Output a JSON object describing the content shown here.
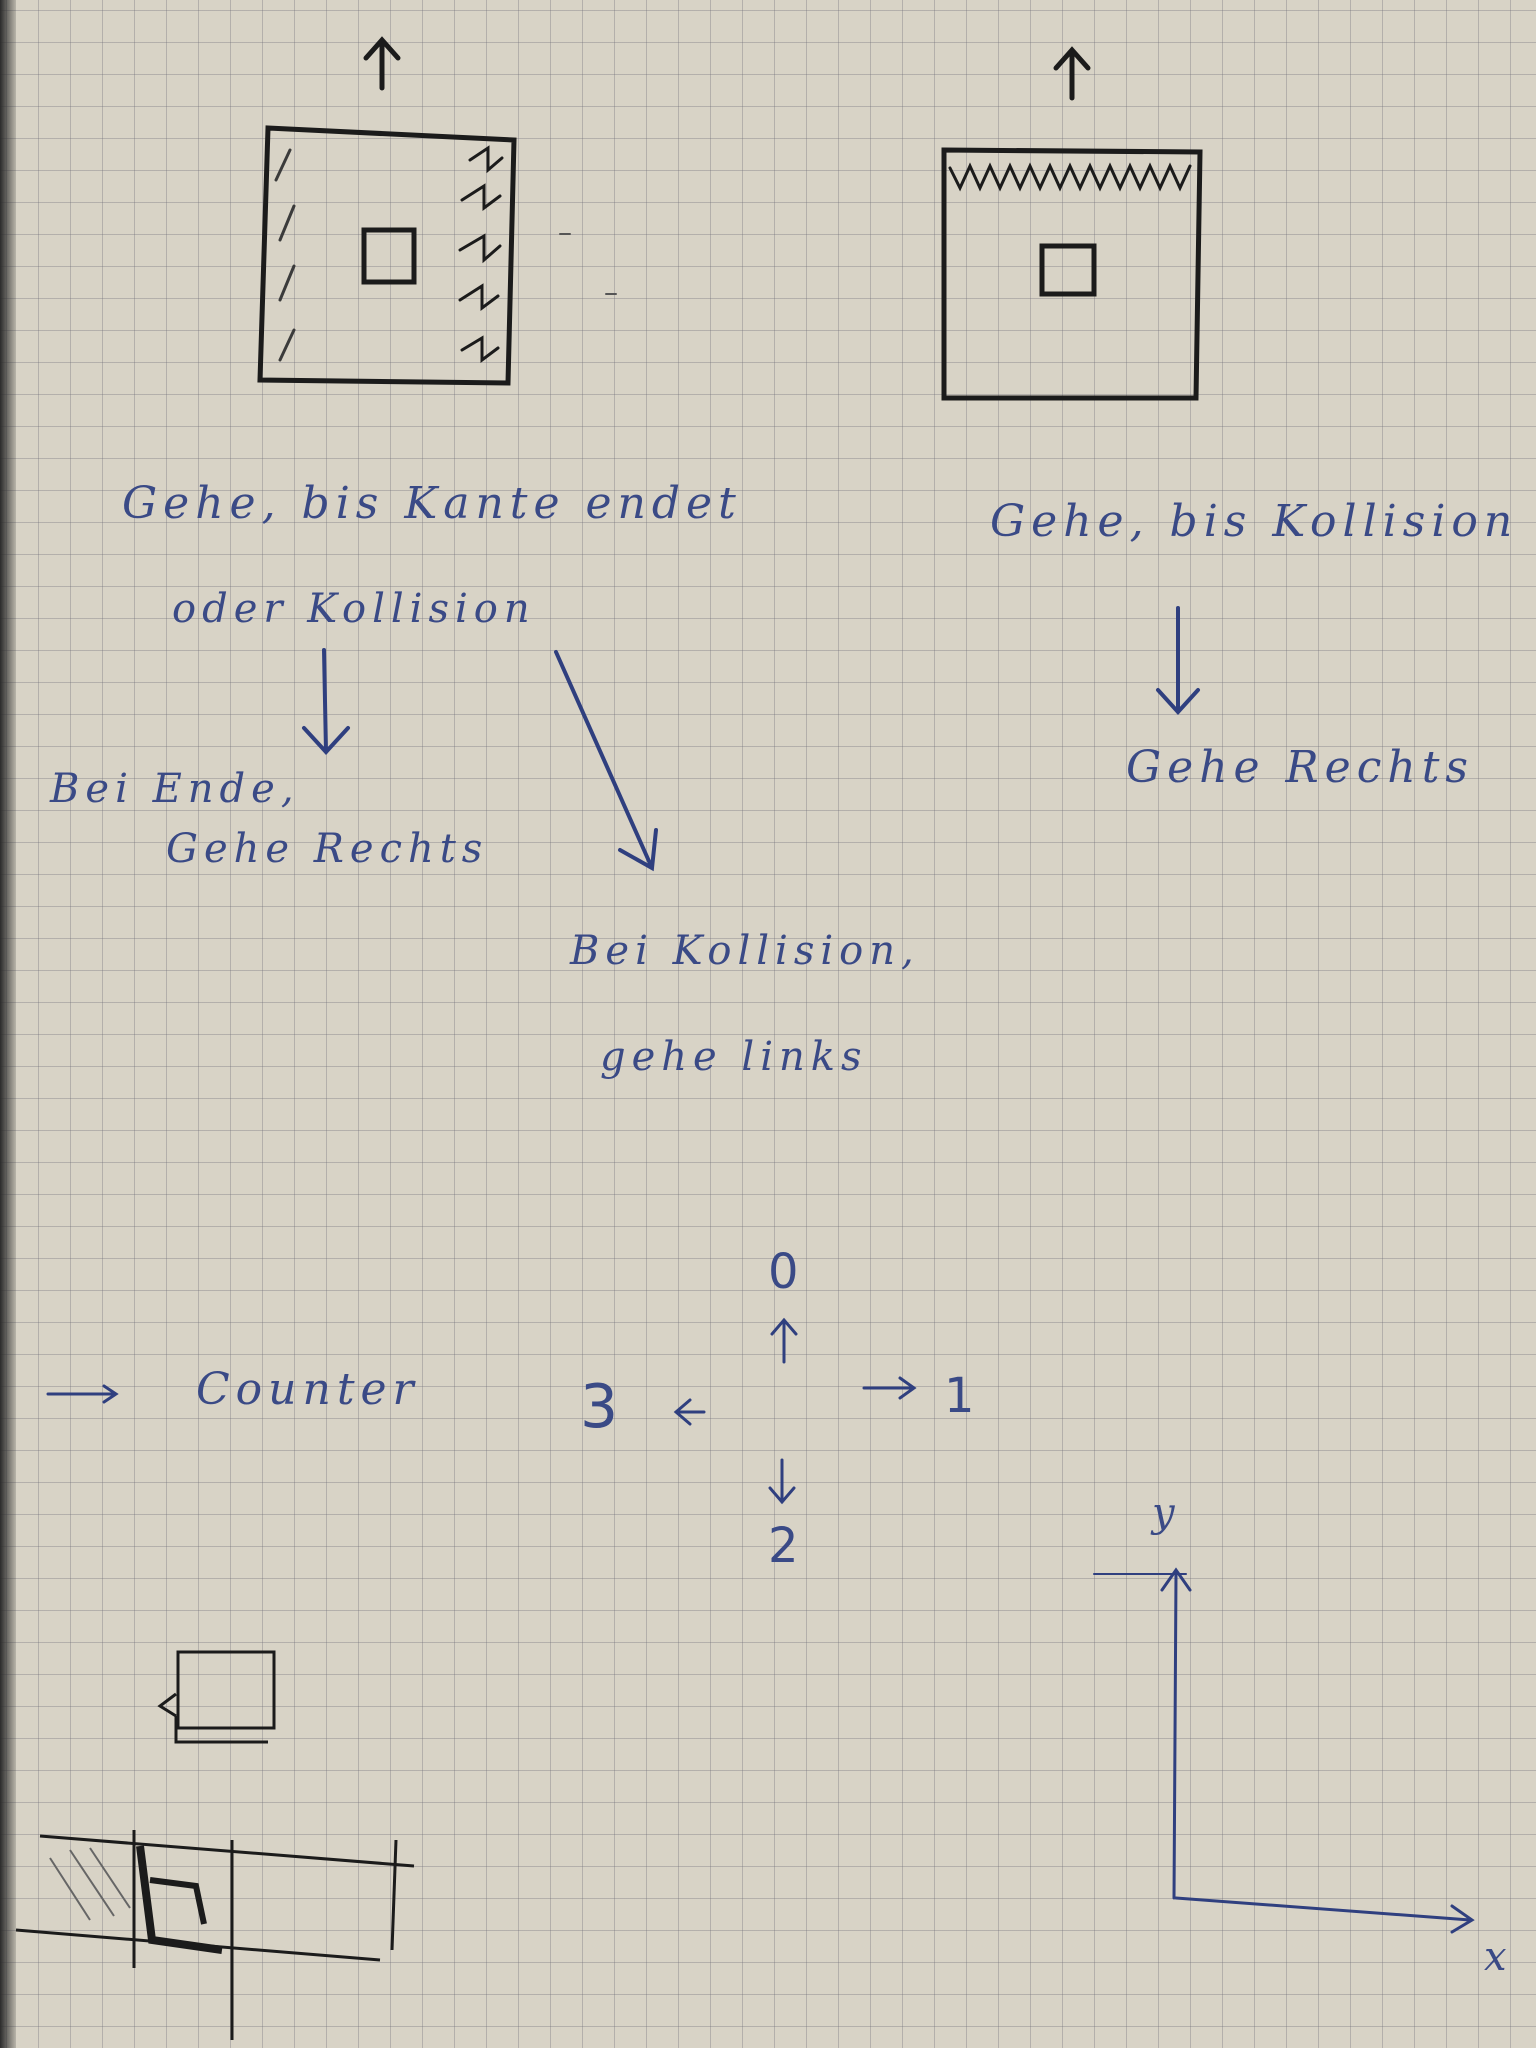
{
  "sketches": {
    "left": {
      "line1": "Gehe, bis Kante endet",
      "line2": "oder Kollision",
      "branch_end_1": "Bei Ende,",
      "branch_end_2": "Gehe Rechts",
      "branch_collision_1": "Bei Kollision,",
      "branch_collision_2": "gehe links"
    },
    "right": {
      "line1": "Gehe, bis Kollision",
      "line2": "Gehe Rechts"
    }
  },
  "directions": {
    "up": "0",
    "right": "1",
    "down": "2",
    "left": "3"
  },
  "counter_label": "Counter",
  "axes": {
    "x_label": "x",
    "y_label": "y"
  },
  "colors": {
    "paper": "#d8d3c6",
    "grid": "#6e6e78",
    "ink_blue": "#3a4a86",
    "ink_black": "#1b1b1b"
  }
}
